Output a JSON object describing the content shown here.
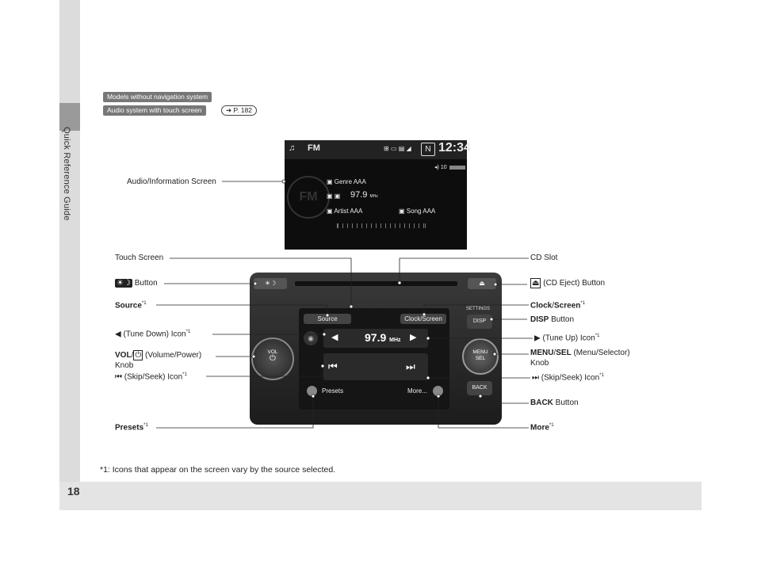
{
  "sidebar": {
    "section_title": "Quick Reference Guide"
  },
  "page": {
    "number": "18"
  },
  "tags": {
    "models": "Models without navigation system",
    "audio": "Audio system with touch screen",
    "page_ref": "P. 182"
  },
  "screen": {
    "source": "FM",
    "time": "12:34",
    "volume": "10",
    "genre": "Genre AAA",
    "frequency": "97.9",
    "unit": "MHz",
    "artist": "Artist AAA",
    "song": "Song AAA",
    "logo": "FM"
  },
  "unit": {
    "vol_knob": "VOL",
    "source_button": "Source",
    "clock_button": "Clock/Screen",
    "settings": "SETTINGS",
    "disp": "DISP",
    "menu": "MENU",
    "sel": "SEL",
    "back": "BACK",
    "frequency": "97.9",
    "unit": "MHz",
    "presets": "Presets",
    "more": "More..."
  },
  "labels": {
    "audio_screen": "Audio/Information Screen",
    "touch_screen": "Touch Screen",
    "day_night_button": "Button",
    "source": "Source",
    "tune_down": "(Tune Down) Icon",
    "vol_bold": "VOL",
    "vol_rest": "(Volume/Power)",
    "knob": "Knob",
    "skip_left": "(Skip/Seek) Icon",
    "presets": "Presets",
    "cd_slot": "CD Slot",
    "cd_eject": "(CD Eject) Button",
    "clock": "Clock",
    "slash": "/",
    "screen": "Screen",
    "disp_bold": "DISP",
    "disp_rest": "Button",
    "tune_up": "(Tune Up) Icon",
    "menu_bold": "MENU",
    "sel_bold": "SEL",
    "menu_rest": "(Menu/Selector)",
    "menu_knob": "Knob",
    "skip_right": "(Skip/Seek) Icon",
    "back_bold": "BACK",
    "back_rest": "Button",
    "more": "More",
    "sup": "*1"
  },
  "footnote": "*1: Icons that appear on the screen vary by the source selected."
}
